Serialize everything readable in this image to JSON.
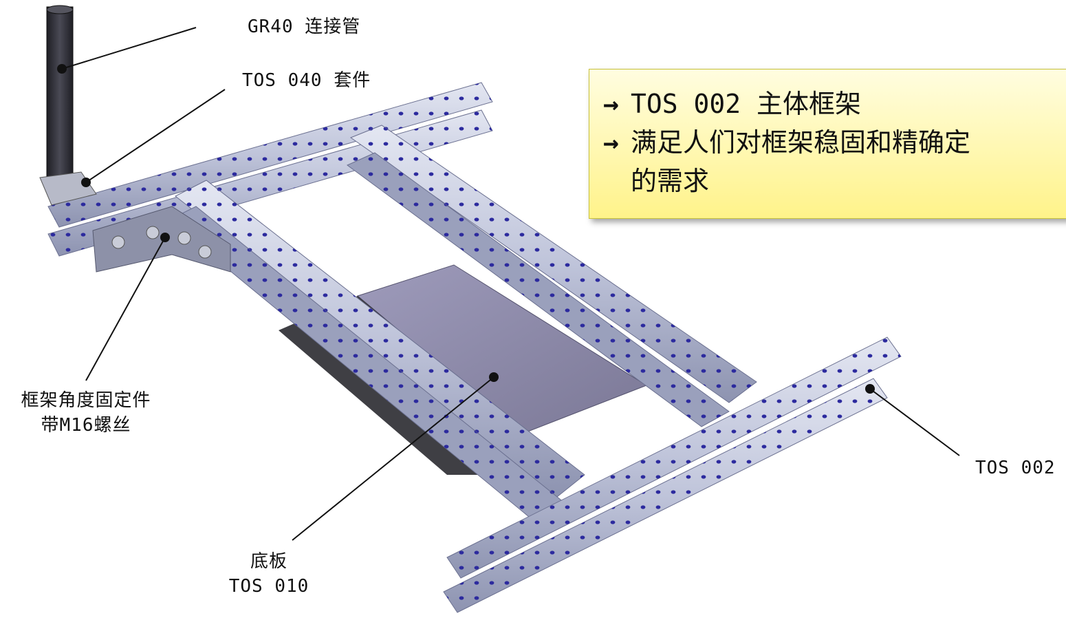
{
  "labels": {
    "connector_tube": "GR40  连接管",
    "kit": "TOS 040 套件",
    "corner_fixture_line1": "框架角度固定件",
    "corner_fixture_line2": "带M16螺丝",
    "base_plate_line1": "底板",
    "base_plate_line2": "TOS 010",
    "tube_right": "TOS 002"
  },
  "callout": {
    "line1": "TOS 002 主体框架",
    "line2": "满足人们对框架稳固和精确定",
    "line3": "的需求",
    "arrow": "→"
  },
  "colors": {
    "tube_light": "#cfd4e6",
    "tube_dark": "#7e86a6",
    "hole": "#2c2a9e",
    "plate": "#8e8ba8",
    "post": "#2d2d33",
    "callout_bg": "#fff38a"
  }
}
